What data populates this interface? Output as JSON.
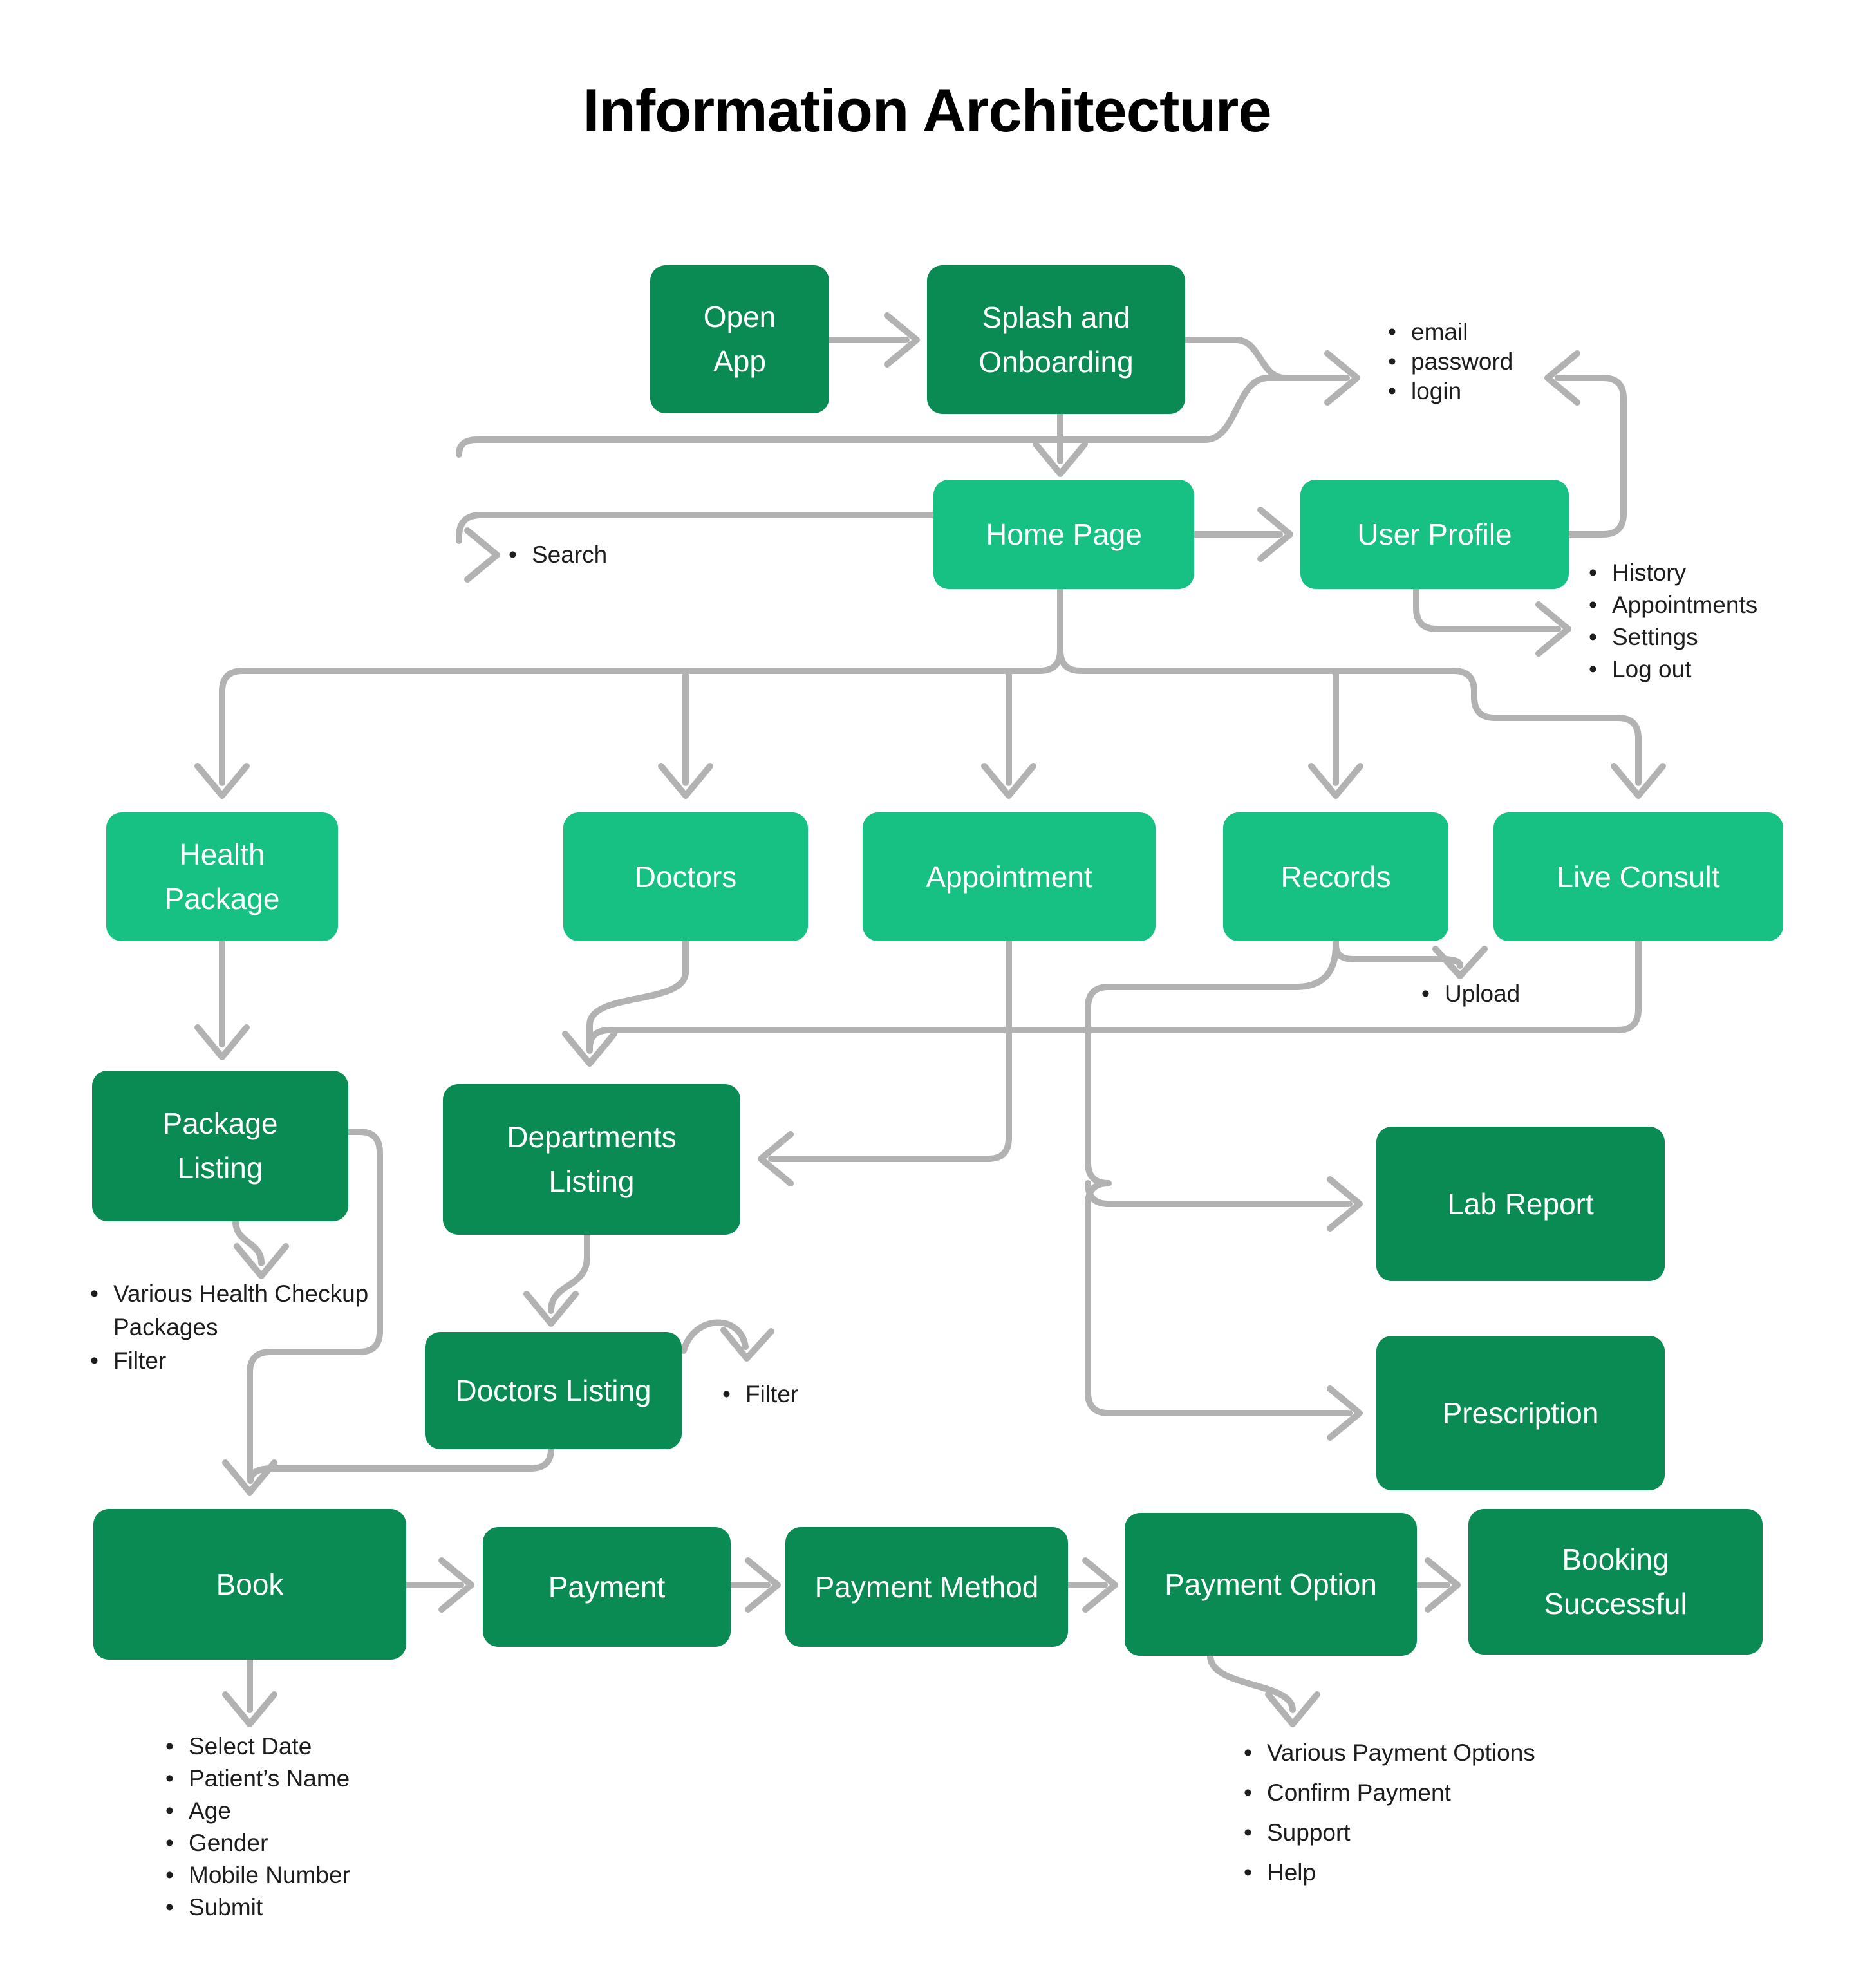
{
  "title": "Information Architecture",
  "colors": {
    "box_dark": "#098B53",
    "box_light": "#17C183",
    "line": "#B2B2B2",
    "text": "#1D1D1D",
    "box_text": "#FFFFFF"
  },
  "nodes": {
    "open_app": {
      "label": "Open\nApp"
    },
    "splash": {
      "label": "Splash and\nOnboarding"
    },
    "home_page": {
      "label": "Home Page"
    },
    "user_profile": {
      "label": "User Profile"
    },
    "health_package": {
      "label": "Health\nPackage"
    },
    "doctors": {
      "label": "Doctors"
    },
    "appointment": {
      "label": "Appointment"
    },
    "records": {
      "label": "Records"
    },
    "live_consult": {
      "label": "Live Consult"
    },
    "package_listing": {
      "label": "Package\nListing"
    },
    "departments_listing": {
      "label": "Departments\nListing"
    },
    "doctors_listing": {
      "label": "Doctors Listing"
    },
    "lab_report": {
      "label": "Lab Report"
    },
    "prescription": {
      "label": "Prescription"
    },
    "book": {
      "label": "Book"
    },
    "payment": {
      "label": "Payment"
    },
    "payment_method": {
      "label": "Payment Method"
    },
    "payment_option": {
      "label": "Payment Option"
    },
    "booking_successful": {
      "label": "Booking\nSuccessful"
    }
  },
  "lists": {
    "login": {
      "items": [
        "email",
        "password",
        "login"
      ]
    },
    "search": {
      "items": [
        "Search"
      ]
    },
    "profile_menu": {
      "items": [
        "History",
        "Appointments",
        "Settings",
        "Log out"
      ]
    },
    "upload": {
      "items": [
        "Upload"
      ]
    },
    "package_listing_details": {
      "items": [
        "Various Health Checkup Packages",
        "Filter"
      ]
    },
    "doctors_listing_filter": {
      "items": [
        "Filter"
      ]
    },
    "book_form_fields": {
      "items": [
        "Select Date",
        "Patient’s Name",
        "Age",
        "Gender",
        "Mobile Number",
        "Submit"
      ]
    },
    "payment_option_details": {
      "items": [
        "Various Payment Options",
        "Confirm Payment",
        "Support",
        "Help"
      ]
    }
  }
}
